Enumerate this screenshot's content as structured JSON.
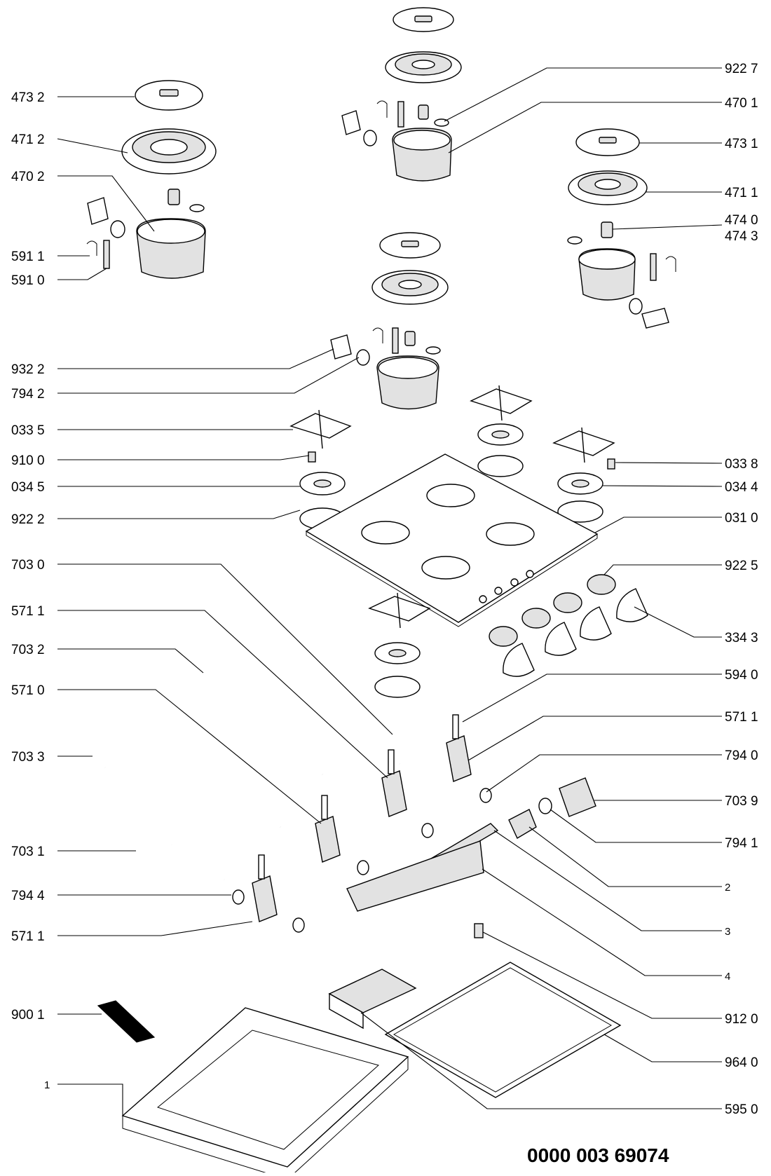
{
  "document_number": "0000 003 69074",
  "callouts": {
    "c4732": "473 2",
    "c4712": "471 2",
    "c4702": "470 2",
    "c5911": "591 1",
    "c5910": "591 0",
    "c9322": "932 2",
    "c7942": "794 2",
    "c0335": "033 5",
    "c9100": "910 0",
    "c0345": "034 5",
    "c9222": "922 2",
    "c7030": "703 0",
    "c5711a": "571 1",
    "c7032": "703 2",
    "c5710": "571 0",
    "c7033": "703 3",
    "c7031": "703 1",
    "c7944": "794 4",
    "c5711b": "571 1",
    "c9001": "900 1",
    "c1": "1",
    "c9227": "922 7",
    "c4701": "470 1",
    "c4731": "473 1",
    "c4711": "471 1",
    "c4740": "474 0",
    "c4743": "474 3",
    "c0338": "033 8",
    "c0344": "034 4",
    "c0310": "031 0",
    "c9225": "922 5",
    "c3343": "334 3",
    "c5940": "594 0",
    "c5711c": "571 1",
    "c7940": "794 0",
    "c7039": "703 9",
    "c7941": "794 1",
    "c2": "2",
    "c3": "3",
    "c4": "4",
    "c9120": "912 0",
    "c9640": "964 0",
    "c5950": "595 0"
  }
}
